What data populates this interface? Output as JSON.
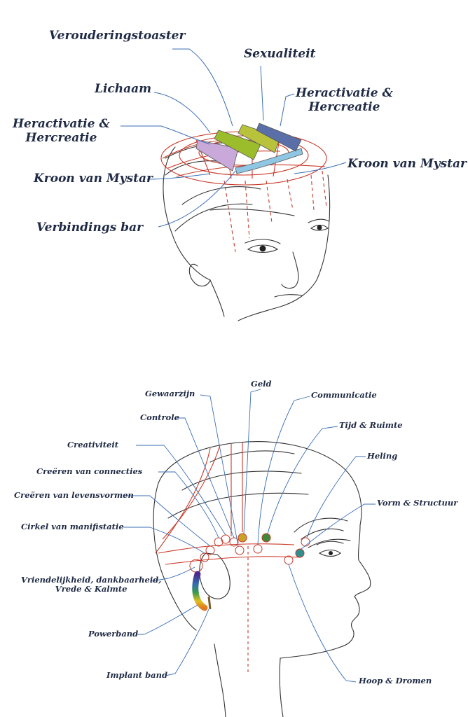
{
  "colors": {
    "label_text": "#1f2a44",
    "leader_line": "#3b6fb6",
    "head_outline": "#333333",
    "meridian": "#c83a2a"
  },
  "top_diagram": {
    "labels": {
      "verouderingstoaster": "Verouderingstoaster",
      "sexualiteit": "Sexualiteit",
      "lichaam": "Lichaam",
      "heractivatie_right_l1": "Heractivatie &",
      "heractivatie_right_l2": "Hercreatie",
      "heractivatie_left_l1": "Heractivatie &",
      "heractivatie_left_l2": "Hercreatie",
      "kroon_left": "Kroon van Mystar",
      "kroon_right": "Kroon van Mystar",
      "verbindings": "Verbindings bar"
    },
    "bars": [
      {
        "name": "lichaam",
        "color": "#c9a9d9"
      },
      {
        "name": "verbindings",
        "color": "#8fc6e3"
      },
      {
        "name": "verouderingstoaster",
        "color": "#9bbd2c"
      },
      {
        "name": "sexualiteit",
        "color": "#b8c23a"
      },
      {
        "name": "heractivatie",
        "color": "#5a6fa8"
      }
    ]
  },
  "bottom_diagram": {
    "labels": {
      "geld": "Geld",
      "gewaarzijn": "Gewaarzijn",
      "communicatie": "Communicatie",
      "controle": "Controle",
      "tijd_ruimte": "Tijd & Ruimte",
      "creativiteit": "Creativiteit",
      "heling": "Heling",
      "creeren_connecties": "Creëren van connecties",
      "creeren_levensvormen": "Creëren van levensvormen",
      "vorm_structuur": "Vorm & Structuur",
      "cirkel_manifistatie": "Cirkel van manifistatie",
      "vriendelijkheid_l1": "Vriendelijkheid, dankbaarheid,",
      "vriendelijkheid_l2": "Vrede & Kalmte",
      "powerband": "Powerband",
      "implant_band": "Implant band",
      "hoop_dromen": "Hoop & Dromen"
    },
    "point_colors": {
      "geld": "#c9a227",
      "tijd_ruimte": "#3d8a3d",
      "vorm_structuur": "#2f8f8f"
    }
  }
}
